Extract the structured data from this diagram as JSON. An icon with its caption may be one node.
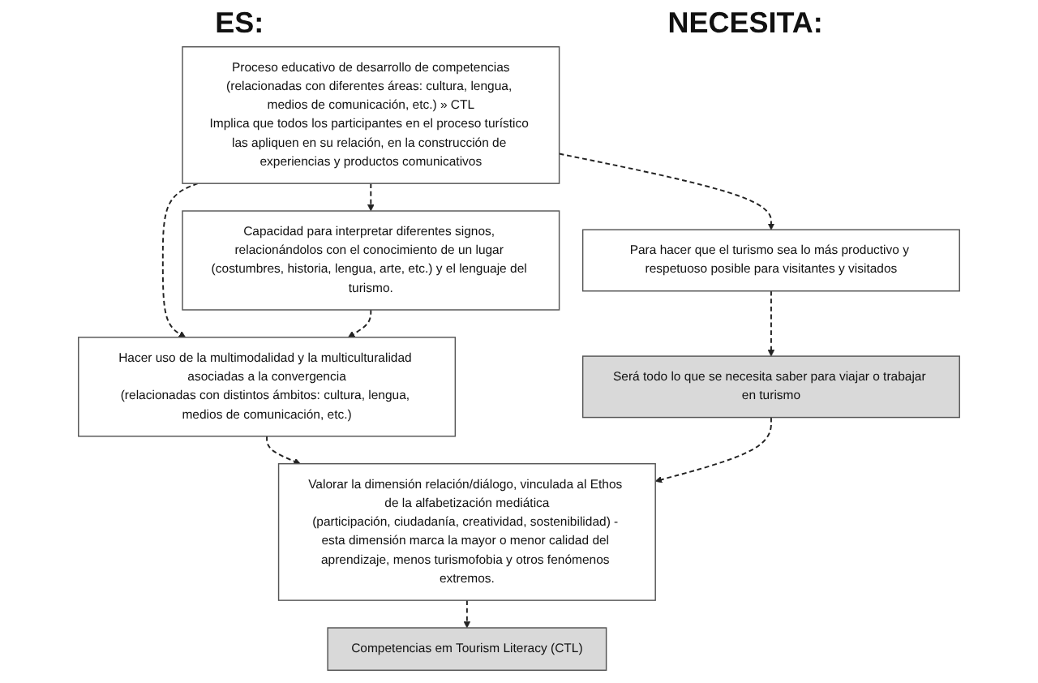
{
  "diagram": {
    "nodes": [
      {
        "text": [
          "Proceso educativo de desarrollo de competencias",
          "(relacionadas con diferentes áreas: cultura, lengua, medios de comunicación, etc.) » CTL",
          "Implica que todos los participantes en el proceso turístico las apliquen en su relación, en la construcción de experiencias y productos comunicativos"
        ]
      },
      {
        "text": [
          "Capacidad para interpretar diferentes signos, relacionándolos con el conocimiento de un lugar (costumbres, historia, lengua, arte, etc.) y el lenguaje del turismo."
        ]
      },
      {
        "text": [
          "Para hacer que el turismo sea lo más productivo y respetuoso posible para visitantes y visitados"
        ]
      },
      {
        "text": [
          "Hacer uso de la multimodalidad y la multiculturalidad asociadas a la convergencia",
          "(relacionadas con distintos ámbitos: cultura, lengua, medios de comunicación, etc.)"
        ]
      },
      {
        "text": [
          "Será todo lo que se necesita saber para viajar o trabajar en turismo"
        ]
      },
      {
        "text": [
          "Valorar la dimensión relación/diálogo, vinculada al Ethos de la alfabetización mediática",
          "(participación, ciudadanía, creatividad, sostenibilidad) - esta dimensión marca la mayor o menor calidad del aprendizaje, menos turismofobia y otros fenómenos extremos."
        ]
      },
      {
        "text": [
          "Competencias em Tourism Literacy (CTL)"
        ]
      }
    ],
    "edges": [
      {
        "from": 0,
        "to": 1,
        "arrow": "to",
        "style": "dashed"
      },
      {
        "from": 0,
        "to": 2,
        "arrow": "to",
        "style": "dashed"
      },
      {
        "from": 0,
        "to": 3,
        "arrow": "to",
        "style": "dashed"
      },
      {
        "from": 1,
        "to": 3,
        "arrow": "to",
        "style": "dashed"
      },
      {
        "from": 2,
        "to": 4,
        "arrow": "to",
        "style": "dashed"
      },
      {
        "from": 3,
        "to": 5,
        "arrow": "to",
        "style": "dashed"
      },
      {
        "from": 4,
        "to": 5,
        "arrow": "to",
        "style": "dashed"
      },
      {
        "from": 5,
        "to": 6,
        "arrow": "to",
        "style": "dashed"
      }
    ],
    "labels": [
      "ES:",
      "NECESITA:"
    ]
  }
}
